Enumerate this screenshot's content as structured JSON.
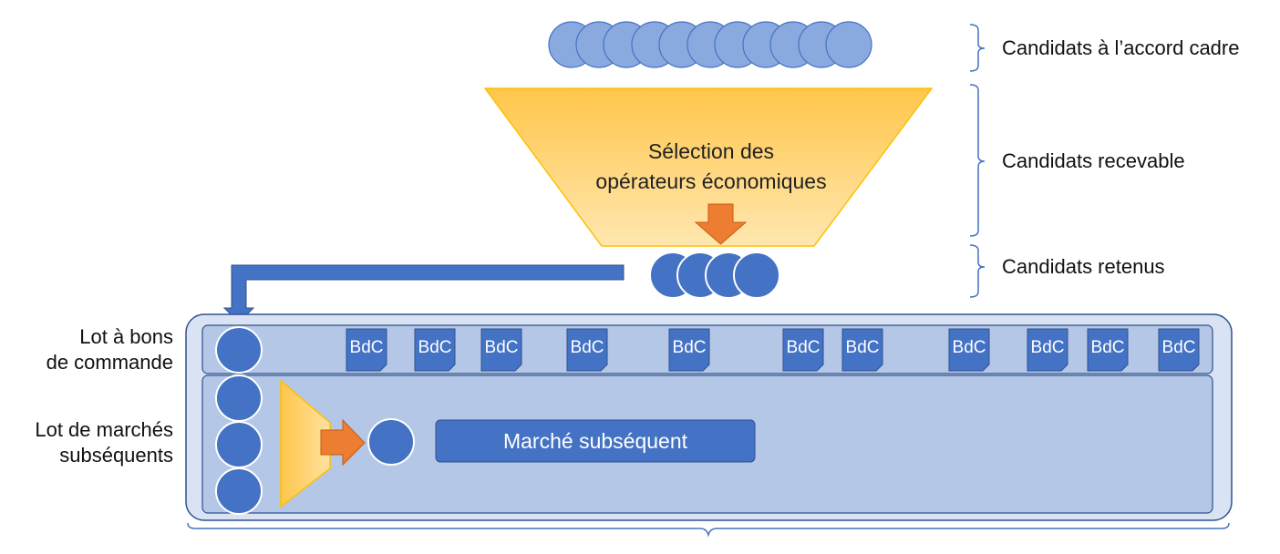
{
  "labels": {
    "candidats_accord": "Candidats à l’accord cadre",
    "candidats_recevable": "Candidats recevable",
    "candidats_retenus": "Candidats retenus",
    "lot_bons_line1": "Lot à bons",
    "lot_bons_line2": "de commande",
    "lot_marches_line1": "Lot de marchés",
    "lot_marches_line2": "subséquents"
  },
  "funnel": {
    "line1": "Sélection des",
    "line2": "opérateurs économiques"
  },
  "bdc_label": "BdC",
  "bdc_items": [
    "BdC",
    "BdC",
    "BdC",
    "BdC",
    "BdC",
    "BdC",
    "BdC",
    "BdC",
    "BdC",
    "BdC",
    "BdC"
  ],
  "marche_subsequent": "Marché subséquent",
  "colors": {
    "circle_light": "#8aaadf",
    "circle_dark": "#4472c4",
    "funnel_fill": "#ffd57e",
    "funnel_edge": "#ffc000",
    "arrow_orange": "#ed7d31",
    "panel_fill": "#b4c7e7",
    "panel_stroke": "#2f528f",
    "bracket": "#4472c4"
  }
}
